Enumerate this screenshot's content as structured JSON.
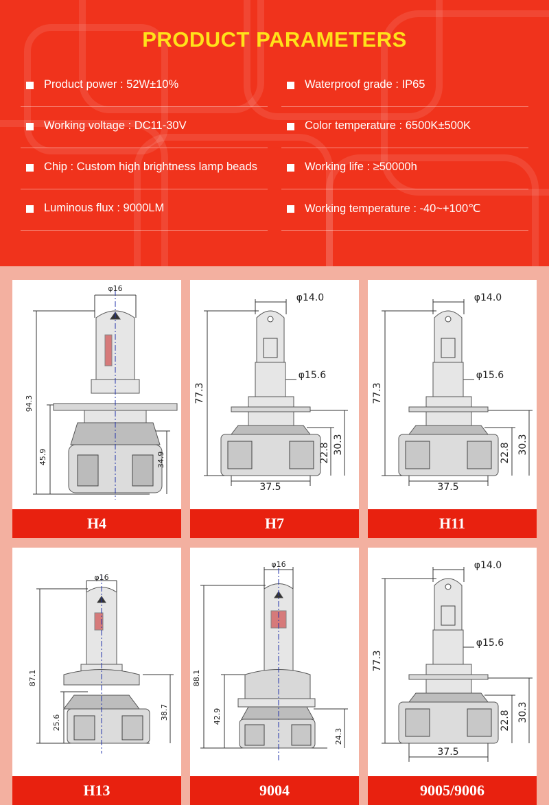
{
  "title": "PRODUCT PARAMETERS",
  "params": [
    {
      "label": "Product power : 52W±10%"
    },
    {
      "label": "Waterproof grade : IP65"
    },
    {
      "label": "Working voltage : DC11-30V"
    },
    {
      "label": "Color temperature : 6500K±500K"
    },
    {
      "label": "Chip : Custom high brightness lamp beads"
    },
    {
      "label": "Working life : ≥50000h"
    },
    {
      "label": "Luminous flux : 9000LM"
    },
    {
      "label": "Working temperature : -40~+100℃"
    }
  ],
  "bulbs": [
    {
      "name": "H4",
      "dims": {
        "top": "φ16",
        "height": "94.3",
        "mid": "45.9",
        "base": "34.9"
      }
    },
    {
      "name": "H7",
      "dims": {
        "top": "φ14.0",
        "neck": "φ15.6",
        "height": "77.3",
        "width": "37.5",
        "base": "22.8",
        "mid": "30.3"
      }
    },
    {
      "name": "H11",
      "dims": {
        "top": "φ14.0",
        "neck": "φ15.6",
        "height": "77.3",
        "width": "37.5",
        "base": "22.8",
        "mid": "30.3"
      }
    },
    {
      "name": "H13",
      "dims": {
        "top": "φ16",
        "height": "87.1",
        "mid": "25.6",
        "base": "38.7"
      }
    },
    {
      "name": "9004",
      "dims": {
        "top": "φ16",
        "height": "88.1",
        "mid": "42.9",
        "base": "24.3"
      }
    },
    {
      "name": "9005/9006",
      "dims": {
        "top": "φ14.0",
        "neck": "φ15.6",
        "height": "77.3",
        "width": "37.5",
        "base": "22.8",
        "mid": "30.3"
      }
    }
  ],
  "colors": {
    "header_bg": "#f0331c",
    "title": "#ffe21a",
    "label_bg": "#e8210f",
    "page_bg": "#f3b0a0"
  }
}
